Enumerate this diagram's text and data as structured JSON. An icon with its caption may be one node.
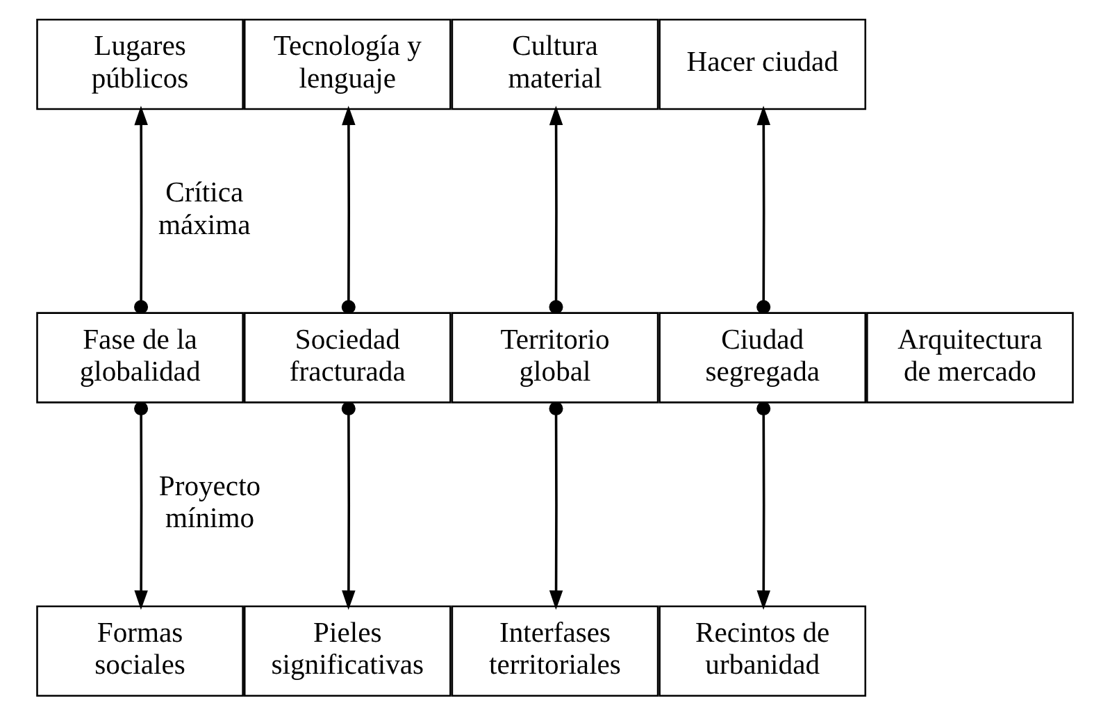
{
  "diagram": {
    "nodes": [
      {
        "text": [
          "Lugares públicos"
        ]
      },
      {
        "text": [
          "Tecnología y lenguaje"
        ]
      },
      {
        "text": [
          "Cultura material"
        ]
      },
      {
        "text": [
          "Hacer ciudad"
        ]
      },
      {
        "text": [
          "Fase de la globalidad"
        ]
      },
      {
        "text": [
          "Sociedad fracturada"
        ]
      },
      {
        "text": [
          "Territorio global"
        ]
      },
      {
        "text": [
          "Ciudad segregada"
        ]
      },
      {
        "text": [
          "Arquitectura de mercado"
        ]
      },
      {
        "text": [
          "Formas sociales"
        ]
      },
      {
        "text": [
          "Pieles significativas"
        ]
      },
      {
        "text": [
          "Interfases territoriales"
        ]
      },
      {
        "text": [
          "Recintos de urbanidad"
        ]
      }
    ],
    "edges": [
      {
        "from": 4,
        "to": 0,
        "arrow": "to"
      },
      {
        "from": 5,
        "to": 1,
        "arrow": "to"
      },
      {
        "from": 6,
        "to": 2,
        "arrow": "to"
      },
      {
        "from": 7,
        "to": 3,
        "arrow": "to"
      },
      {
        "from": 4,
        "to": 9,
        "arrow": "to"
      },
      {
        "from": 5,
        "to": 10,
        "arrow": "to"
      },
      {
        "from": 6,
        "to": 11,
        "arrow": "to"
      },
      {
        "from": 7,
        "to": 12,
        "arrow": "to"
      }
    ],
    "labels": [
      "Crítica máxima",
      "Proyecto mínimo"
    ]
  }
}
